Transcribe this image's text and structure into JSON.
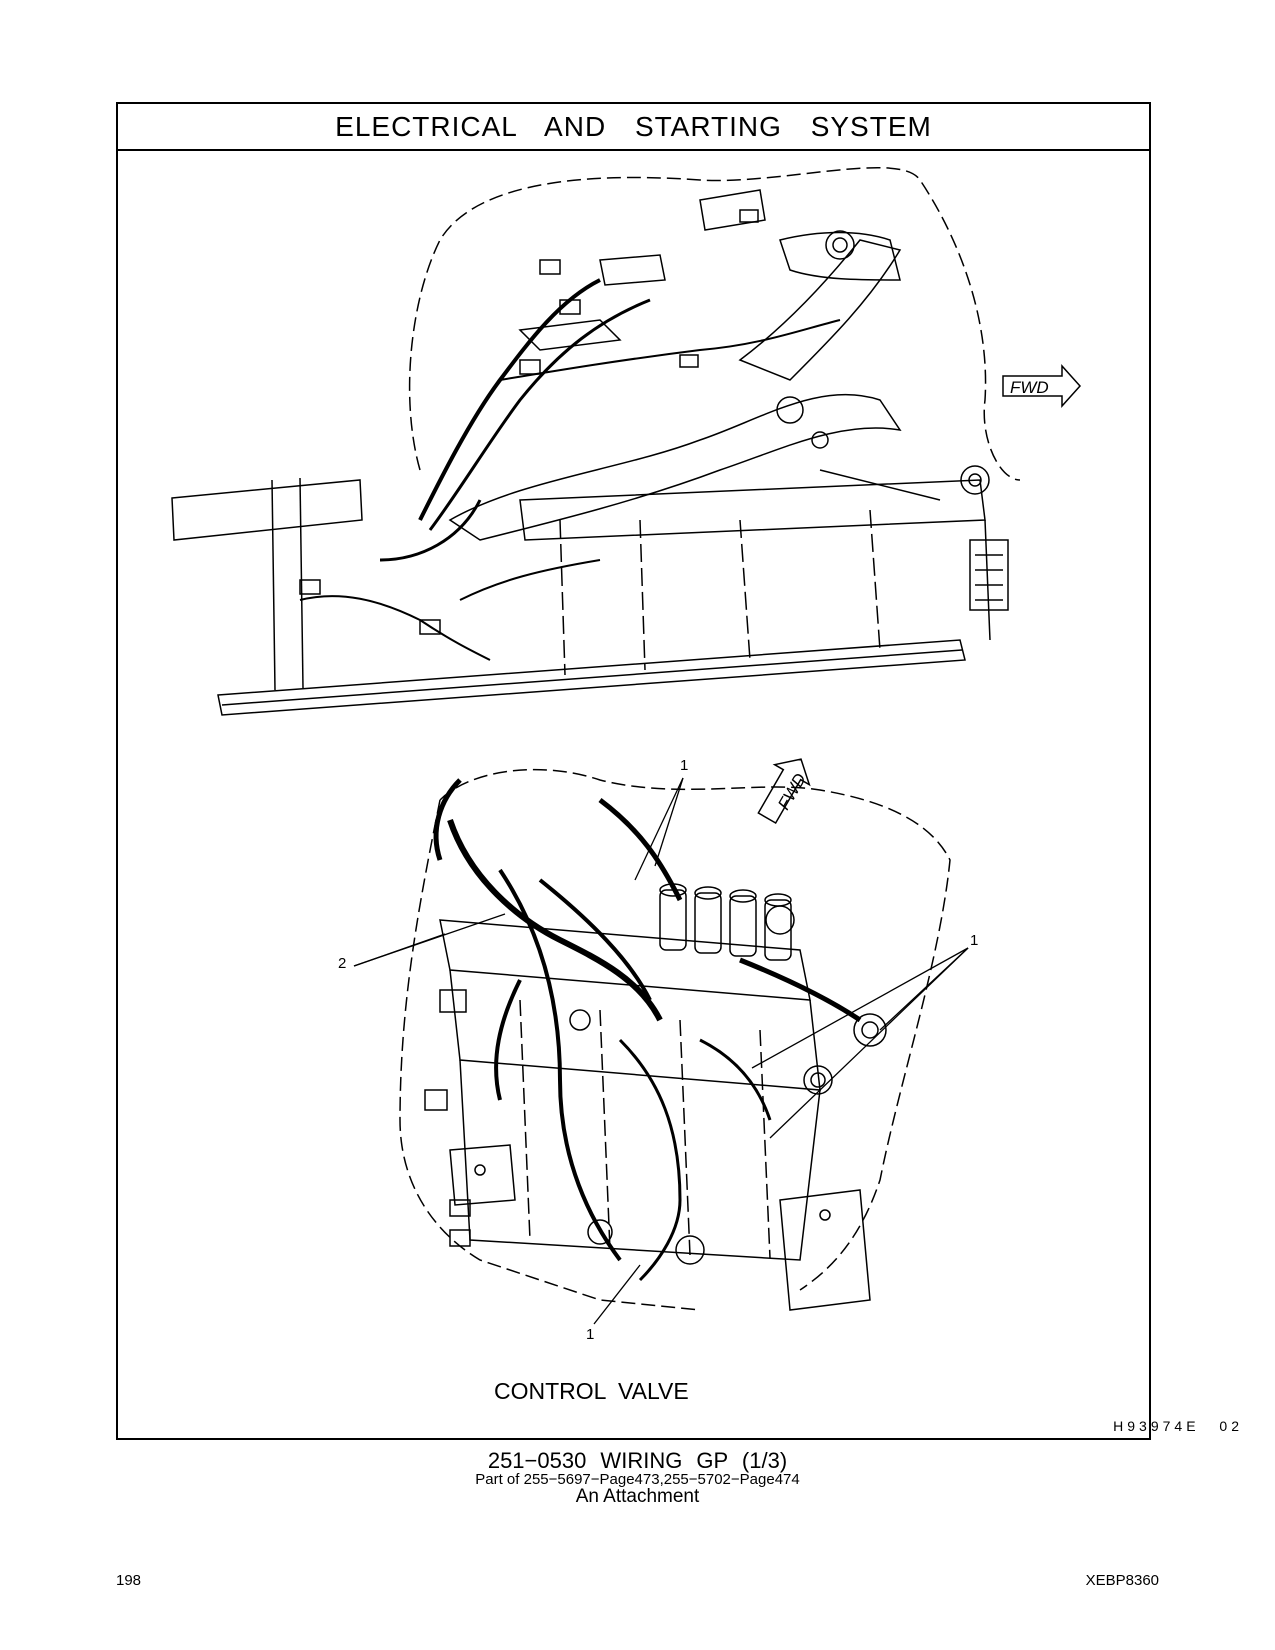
{
  "header": {
    "title": "ELECTRICAL AND STARTING SYSTEM"
  },
  "illustration_top": {
    "fwd_label": "FWD"
  },
  "illustration_bottom": {
    "fwd_label": "FWD",
    "callouts": [
      "1",
      "1",
      "2",
      "1"
    ],
    "caption": "CONTROL VALVE"
  },
  "illustration_id": "H93974E 02",
  "footer": {
    "part_title": "251−0530 WIRING GP (1/3)",
    "part_of": "Part of 255−5697−Page473,255−5702−Page474",
    "attachment": "An Attachment",
    "page_number": "198",
    "doc_code": "XEBP8360"
  }
}
